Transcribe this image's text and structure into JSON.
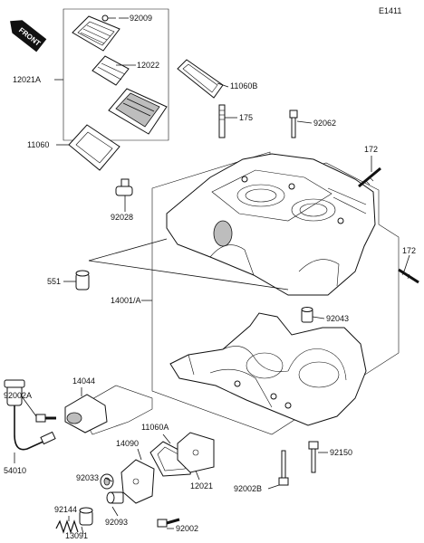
{
  "diagram_id": "E1411",
  "front_badge": "FRONT",
  "callouts": [
    {
      "id": "92009",
      "text": "92009"
    },
    {
      "id": "12022",
      "text": "12022"
    },
    {
      "id": "12021A",
      "text": "12021A"
    },
    {
      "id": "11060B",
      "text": "11060B"
    },
    {
      "id": "175",
      "text": "175"
    },
    {
      "id": "92062",
      "text": "92062"
    },
    {
      "id": "11060",
      "text": "11060"
    },
    {
      "id": "172a",
      "text": "172"
    },
    {
      "id": "92028",
      "text": "92028"
    },
    {
      "id": "172b",
      "text": "172"
    },
    {
      "id": "551",
      "text": "551"
    },
    {
      "id": "14001A",
      "text": "14001/A"
    },
    {
      "id": "92043",
      "text": "92043"
    },
    {
      "id": "14044",
      "text": "14044"
    },
    {
      "id": "92002A",
      "text": "92002A"
    },
    {
      "id": "11060A",
      "text": "11060A"
    },
    {
      "id": "14090",
      "text": "14090"
    },
    {
      "id": "92150",
      "text": "92150"
    },
    {
      "id": "54010",
      "text": "54010"
    },
    {
      "id": "92033",
      "text": "92033"
    },
    {
      "id": "12021",
      "text": "12021"
    },
    {
      "id": "92002B",
      "text": "92002B"
    },
    {
      "id": "92144",
      "text": "92144"
    },
    {
      "id": "92093",
      "text": "92093"
    },
    {
      "id": "13091",
      "text": "13091"
    },
    {
      "id": "92002",
      "text": "92002"
    }
  ]
}
